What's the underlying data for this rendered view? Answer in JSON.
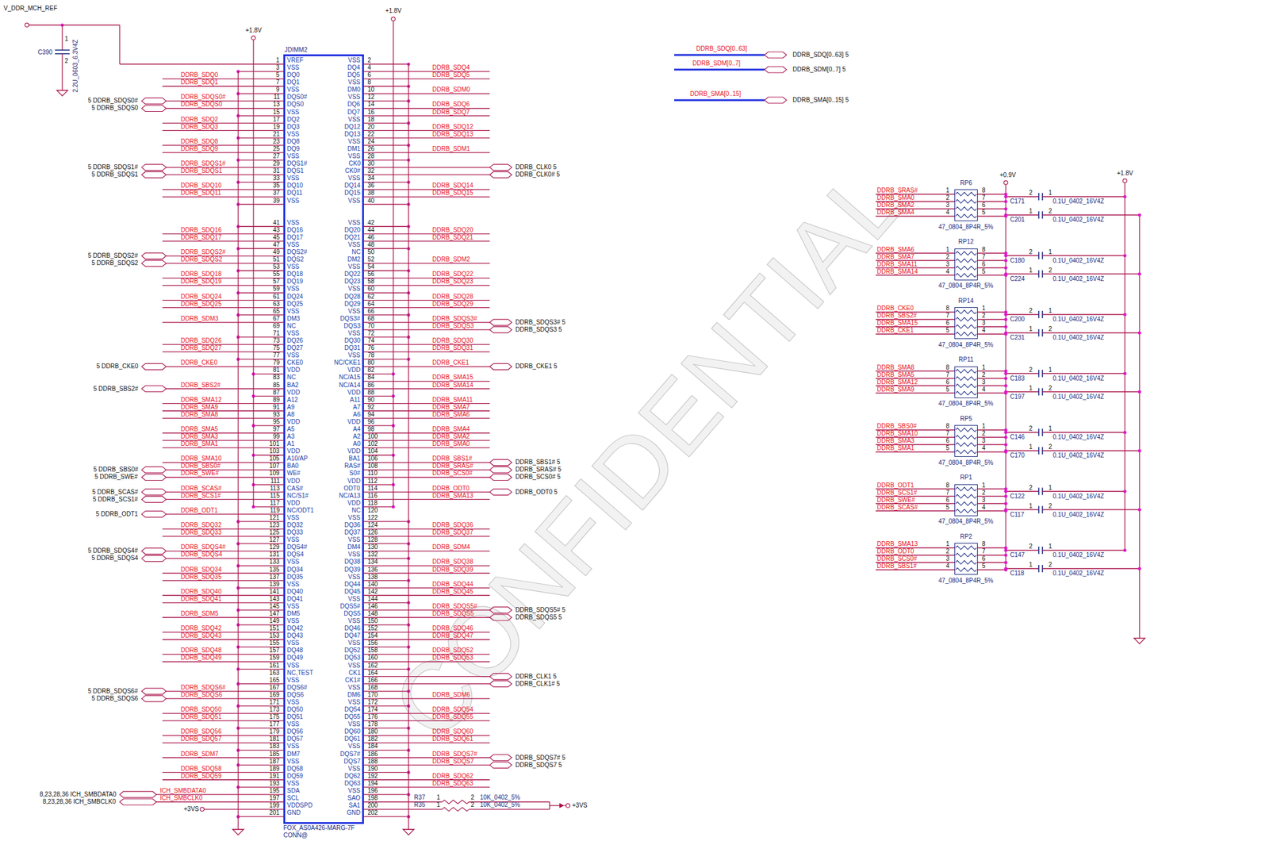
{
  "diagram": {
    "nodes": [
      {
        "text": [
          "JDIMM2",
          "VREF",
          "VSS",
          "VSS",
          "DQ4",
          "DQ0",
          "DQ5",
          "DQ1",
          "VSS",
          "VSS",
          "DM0",
          "DQS0#",
          "VSS",
          "DQS0",
          "DQ6",
          "VSS",
          "DQ7",
          "DQ2",
          "VSS",
          "DQ3",
          "DQ12",
          "VSS",
          "DQ13",
          "DQ8",
          "VSS",
          "DQ9",
          "DM1",
          "VSS",
          "VSS",
          "DQS1#",
          "CK0",
          "DQS1",
          "CK0#",
          "VSS",
          "VSS",
          "DQ10",
          "DQ14",
          "DQ11",
          "DQ15",
          "VSS",
          "VSS",
          "VSS",
          "VSS",
          "DQ16",
          "DQ20",
          "DQ17",
          "DQ21",
          "VSS",
          "VSS",
          "DQS2#",
          "NC",
          "DQS2",
          "DM2",
          "VSS",
          "VSS",
          "DQ18",
          "DQ22",
          "DQ19",
          "DQ23",
          "VSS",
          "VSS",
          "DQ24",
          "DQ28",
          "DQ25",
          "DQ29",
          "VSS",
          "VSS",
          "DM3",
          "DQS3#",
          "NC",
          "DQS3",
          "VSS",
          "VSS",
          "DQ26",
          "DQ30",
          "DQ27",
          "DQ31",
          "VSS",
          "VSS",
          "CKE0",
          "NC/CKE1",
          "VDD",
          "VDD",
          "NC",
          "NC/A15",
          "BA2",
          "NC/A14",
          "VDD",
          "VDD",
          "A12",
          "A11",
          "A9",
          "A7",
          "A8",
          "A6",
          "VDD",
          "VDD",
          "A5",
          "A4",
          "A3",
          "A2",
          "A1",
          "A0",
          "VDD",
          "VDD",
          "A10/AP",
          "BA1",
          "BA0",
          "RAS#",
          "WE#",
          "S0#",
          "VDD",
          "VDD",
          "CAS#",
          "ODT0",
          "NC/S1#",
          "NC/A13",
          "VDD",
          "VDD",
          "NC/ODT1",
          "NC",
          "VSS",
          "VSS",
          "DQ32",
          "DQ36",
          "DQ33",
          "DQ37",
          "VSS",
          "VSS",
          "DQS4#",
          "DM4",
          "DQS4",
          "VSS",
          "VSS",
          "DQ38",
          "DQ34",
          "DQ39",
          "DQ35",
          "VSS",
          "VSS",
          "DQ44",
          "DQ40",
          "DQ45",
          "DQ41",
          "VSS",
          "VSS",
          "DQS5#",
          "DM5",
          "DQS5",
          "VSS",
          "VSS",
          "DQ42",
          "DQ46",
          "DQ43",
          "DQ47",
          "VSS",
          "VSS",
          "DQ48",
          "DQ52",
          "DQ49",
          "DQ53",
          "VSS",
          "VSS",
          "NC,TEST",
          "CK1",
          "VSS",
          "CK1#",
          "DQS6#",
          "VSS",
          "DQS6",
          "DM6",
          "VSS",
          "VSS",
          "DQ50",
          "DQ54",
          "DQ51",
          "DQ55",
          "VSS",
          "VSS",
          "DQ56",
          "DQ60",
          "DQ57",
          "DQ61",
          "VSS",
          "VSS",
          "DM7",
          "DQS7#",
          "VSS",
          "DQS7",
          "DQ58",
          "VSS",
          "DQ59",
          "DQ62",
          "VSS",
          "DQ63",
          "SDA",
          "VSS",
          "SCL",
          "SAO",
          "VDDSPD",
          "SA1",
          "GND",
          "GND",
          "FOX_AS0A426-MARG-7F",
          "CONN@"
        ]
      },
      {
        "text": [
          "RP6",
          "47_0804_8P4R_5%"
        ]
      },
      {
        "text": [
          "RP12",
          "47_0804_8P4R_5%"
        ]
      },
      {
        "text": [
          "RP14",
          "47_0804_8P4R_5%"
        ]
      },
      {
        "text": [
          "RP11",
          "47_0804_8P4R_5%"
        ]
      },
      {
        "text": [
          "RP5",
          "47_0804_8P4R_5%"
        ]
      },
      {
        "text": [
          "RP1",
          "47_0804_8P4R_5%"
        ]
      },
      {
        "text": [
          "RP2",
          "47_0804_8P4R_5%"
        ]
      }
    ],
    "labels": [
      "1",
      "2",
      "3",
      "4",
      "DDRB_SDQ4",
      "DDRB_SDQ0",
      "5",
      "6",
      "DDRB_SDQ5",
      "DDRB_SDQ1",
      "7",
      "8",
      "9",
      "10",
      "DDRB_SDM0",
      "5 DDRB_SDQS0#",
      "DDRB_SDQS0#",
      "11",
      "12",
      "5 DDRB_SDQS0",
      "DDRB_SDQS0",
      "13",
      "14",
      "DDRB_SDQ6",
      "15",
      "16",
      "DDRB_SDQ7",
      "DDRB_SDQ2",
      "17",
      "18",
      "DDRB_SDQ3",
      "19",
      "20",
      "DDRB_SDQ12",
      "21",
      "22",
      "DDRB_SDQ13",
      "DDRB_SDQ8",
      "23",
      "24",
      "DDRB_SDQ9",
      "25",
      "26",
      "DDRB_SDM1",
      "27",
      "28",
      "5 DDRB_SDQS1#",
      "DDRB_SDQS1#",
      "29",
      "30",
      "DDRB_CLK0 5",
      "5 DDRB_SDQS1",
      "DDRB_SDQS1",
      "31",
      "32",
      "DDRB_CLK0# 5",
      "33",
      "34",
      "DDRB_SDQ10",
      "35",
      "36",
      "DDRB_SDQ14",
      "DDRB_SDQ11",
      "37",
      "38",
      "DDRB_SDQ15",
      "39",
      "40",
      "41",
      "42",
      "DDRB_SDQ16",
      "43",
      "44",
      "DDRB_SDQ20",
      "DDRB_SDQ17",
      "45",
      "46",
      "DDRB_SDQ21",
      "47",
      "48",
      "5 DDRB_SDQS2#",
      "DDRB_SDQS2#",
      "49",
      "50",
      "5 DDRB_SDQS2",
      "DDRB_SDQS2",
      "51",
      "52",
      "DDRB_SDM2",
      "53",
      "54",
      "DDRB_SDQ18",
      "55",
      "56",
      "DDRB_SDQ22",
      "DDRB_SDQ19",
      "57",
      "58",
      "DDRB_SDQ23",
      "59",
      "60",
      "DDRB_SDQ24",
      "61",
      "62",
      "DDRB_SDQ28",
      "DDRB_SDQ25",
      "63",
      "64",
      "DDRB_SDQ29",
      "65",
      "66",
      "DDRB_SDM3",
      "67",
      "68",
      "DDRB_SDQS3#",
      "DDRB_SDQS3# 5",
      "69",
      "70",
      "DDRB_SDQS3",
      "DDRB_SDQS3 5",
      "71",
      "72",
      "DDRB_SDQ26",
      "73",
      "74",
      "DDRB_SDQ30",
      "DDRB_SDQ27",
      "75",
      "76",
      "DDRB_SDQ31",
      "77",
      "78",
      "5 DDRB_CKE0",
      "DDRB_CKE0",
      "79",
      "80",
      "DDRB_CKE1",
      "DDRB_CKE1 5",
      "81",
      "82",
      "83",
      "84",
      "DDRB_SMA15",
      "5 DDRB_SBS2#",
      "DDRB_SBS2#",
      "85",
      "86",
      "DDRB_SMA14",
      "87",
      "88",
      "DDRB_SMA12",
      "89",
      "90",
      "DDRB_SMA11",
      "DDRB_SMA9",
      "91",
      "92",
      "DDRB_SMA7",
      "DDRB_SMA8",
      "93",
      "94",
      "DDRB_SMA6",
      "95",
      "96",
      "DDRB_SMA5",
      "97",
      "98",
      "DDRB_SMA4",
      "DDRB_SMA3",
      "99",
      "100",
      "DDRB_SMA2",
      "DDRB_SMA1",
      "101",
      "102",
      "DDRB_SMA0",
      "103",
      "104",
      "DDRB_SMA10",
      "105",
      "106",
      "DDRB_SBS1#",
      "DDRB_SBS1# 5",
      "5 DDRB_SBS0#",
      "DDRB_SBS0#",
      "107",
      "108",
      "DDRB_SRAS#",
      "DDRB_SRAS# 5",
      "5 DDRB_SWE#",
      "DDRB_SWE#",
      "109",
      "110",
      "DDRB_SCS0#",
      "DDRB_SCS0# 5",
      "111",
      "112",
      "5 DDRB_SCAS#",
      "DDRB_SCAS#",
      "113",
      "114",
      "DDRB_ODT0",
      "DDRB_ODT0 5",
      "5 DDRB_SCS1#",
      "DDRB_SCS1#",
      "115",
      "116",
      "DDRB_SMA13",
      "117",
      "118",
      "5 DDRB_ODT1",
      "DDRB_ODT1",
      "119",
      "120",
      "121",
      "122",
      "DDRB_SDQ32",
      "123",
      "124",
      "DDRB_SDQ36",
      "DDRB_SDQ33",
      "125",
      "126",
      "DDRB_SDQ37",
      "127",
      "128",
      "5 DDRB_SDQS4#",
      "DDRB_SDQS4#",
      "129",
      "130",
      "DDRB_SDM4",
      "5 DDRB_SDQS4",
      "DDRB_SDQS4",
      "131",
      "132",
      "133",
      "134",
      "DDRB_SDQ38",
      "DDRB_SDQ34",
      "135",
      "136",
      "DDRB_SDQ39",
      "DDRB_SDQ35",
      "137",
      "138",
      "139",
      "140",
      "DDRB_SDQ44",
      "DDRB_SDQ40",
      "141",
      "142",
      "DDRB_SDQ45",
      "DDRB_SDQ41",
      "143",
      "144",
      "145",
      "146",
      "DDRB_SDQS5#",
      "DDRB_SDQS5# 5",
      "DDRB_SDM5",
      "147",
      "148",
      "DDRB_SDQS5",
      "DDRB_SDQS5 5",
      "149",
      "150",
      "DDRB_SDQ42",
      "151",
      "152",
      "DDRB_SDQ46",
      "DDRB_SDQ43",
      "153",
      "154",
      "DDRB_SDQ47",
      "155",
      "156",
      "DDRB_SDQ48",
      "157",
      "158",
      "DDRB_SDQ52",
      "DDRB_SDQ49",
      "159",
      "160",
      "DDRB_SDQ53",
      "161",
      "162",
      "163",
      "164",
      "DDRB_CLK1 5",
      "165",
      "166",
      "DDRB_CLK1# 5",
      "5 DDRB_SDQS6#",
      "DDRB_SDQS6#",
      "167",
      "168",
      "5 DDRB_SDQS6",
      "DDRB_SDQS6",
      "169",
      "170",
      "DDRB_SDM6",
      "171",
      "172",
      "DDRB_SDQ50",
      "173",
      "174",
      "DDRB_SDQ54",
      "DDRB_SDQ51",
      "175",
      "176",
      "DDRB_SDQ55",
      "177",
      "178",
      "DDRB_SDQ56",
      "179",
      "180",
      "DDRB_SDQ60",
      "DDRB_SDQ57",
      "181",
      "182",
      "DDRB_SDQ61",
      "183",
      "184",
      "DDRB_SDM7",
      "185",
      "186",
      "DDRB_SDQS7#",
      "DDRB_SDQS7# 5",
      "187",
      "188",
      "DDRB_SDQS7",
      "DDRB_SDQS7 5",
      "DDRB_SDQ58",
      "189",
      "190",
      "DDRB_SDQ59",
      "191",
      "192",
      "DDRB_SDQ62",
      "193",
      "194",
      "DDRB_SDQ63",
      "8,23,28,36 ICH_SMBDATA0",
      "ICH_SMBDATA0",
      "195",
      "196",
      "8,23,28,36 ICH_SMBCLK0",
      "ICH_SMBCLK0",
      "197",
      "198",
      "199",
      "200",
      "201",
      "202",
      "V_DDR_MCH_REF",
      "C390",
      "1",
      "2",
      "2.2U_0603_6.3V4Z",
      "+1.8V",
      "+1.8V",
      "+3VS",
      "R37",
      "1",
      "2",
      "10K_0402_5%",
      "R35",
      "1",
      "2",
      "10K_0402_5%",
      "+3VS",
      "DDRB_SDQ[0..63]",
      "DDRB_SDQ[0..63] 5",
      "DDRB_SDM[0..7]",
      "DDRB_SDM[0..7] 5",
      "DDRB_SMA[0..15]",
      "DDRB_SMA[0..15] 5",
      "+0.9V",
      "+1.8V",
      "CONFIDENTIAL",
      "DDRB_SRAS#",
      "1",
      "8",
      "DDRB_SMA0",
      "2",
      "7",
      "DDRB_SMA2",
      "3",
      "6",
      "DDRB_SMA4",
      "4",
      "5",
      "C171",
      "2",
      "1",
      "0.1U_0402_16V4Z",
      "C201",
      "1",
      "2",
      "0.1U_0402_16V4Z",
      "DDRB_SMA6",
      "1",
      "8",
      "DDRB_SMA7",
      "2",
      "7",
      "DDRB_SMA11",
      "3",
      "6",
      "DDRB_SMA14",
      "4",
      "5",
      "C180",
      "2",
      "1",
      "0.1U_0402_16V4Z",
      "C224",
      "1",
      "2",
      "0.1U_0402_16V4Z",
      "DDRB_CKE0",
      "8",
      "1",
      "DDRB_SBS2#",
      "7",
      "2",
      "DDRB_SMA15",
      "6",
      "3",
      "DDRB_CKE1",
      "5",
      "4",
      "C200",
      "2",
      "1",
      "0.1U_0402_16V4Z",
      "C231",
      "1",
      "2",
      "0.1U_0402_16V4Z",
      "DDRB_SMA8",
      "8",
      "1",
      "DDRB_SMA5",
      "7",
      "2",
      "DDRB_SMA12",
      "6",
      "3",
      "DDRB_SMA9",
      "5",
      "4",
      "C183",
      "2",
      "1",
      "0.1U_0402_16V4Z",
      "C197",
      "1",
      "2",
      "0.1U_0402_16V4Z",
      "DDRB_SBS0#",
      "8",
      "1",
      "DDRB_SMA10",
      "7",
      "2",
      "DDRB_SMA3",
      "6",
      "3",
      "DDRB_SMA1",
      "5",
      "4",
      "C146",
      "2",
      "1",
      "0.1U_0402_16V4Z",
      "C170",
      "1",
      "2",
      "0.1U_0402_16V4Z",
      "DDRB_ODT1",
      "8",
      "1",
      "DDRB_SCS1#",
      "7",
      "2",
      "DDRB_SWE#",
      "6",
      "3",
      "DDRB_SCAS#",
      "5",
      "4",
      "C122",
      "2",
      "1",
      "0.1U_0402_16V4Z",
      "C117",
      "1",
      "2",
      "0.1U_0402_16V4Z",
      "DDRB_SMA13",
      "1",
      "8",
      "DDRB_ODT0",
      "2",
      "7",
      "DDRB_SCS0#",
      "3",
      "6",
      "DDRB_SBS1#",
      "4",
      "5",
      "C147",
      "2",
      "1",
      "0.1U_0402_16V4Z",
      "C118",
      "1",
      "2",
      "0.1U_0402_16V4Z"
    ]
  }
}
